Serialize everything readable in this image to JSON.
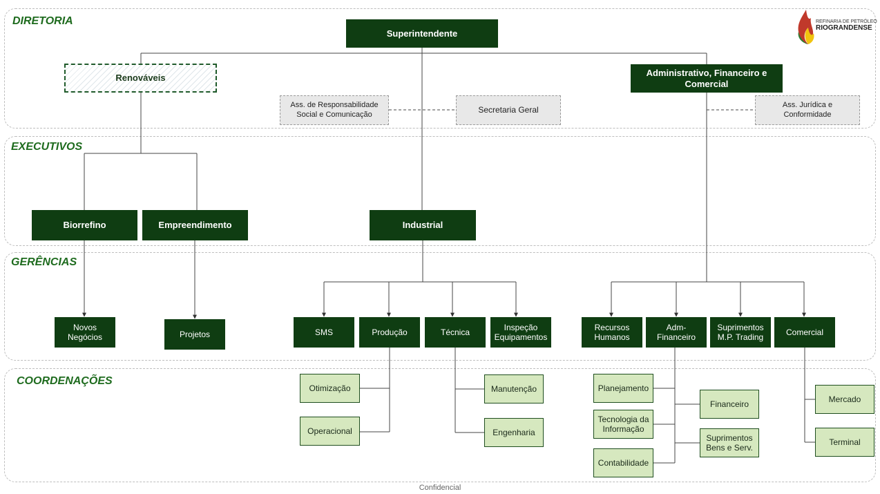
{
  "sections": {
    "diretoria": "DIRETORIA",
    "executivos": "EXECUTIVOS",
    "gerencias": "GERÊNCIAS",
    "coordenacoes": "COORDENAÇÕES"
  },
  "logo": {
    "line1": "REFINARIA DE PETRÓLEO",
    "line2": "RIOGRANDENSE"
  },
  "diretoria": {
    "superintendente": "Superintendente",
    "renovaveis": "Renováveis",
    "administrativo": "Administrativo, Financeiro e\nComercial",
    "ass_responsabilidade": "Ass. de Responsabilidade\nSocial e Comunicação",
    "secretaria": "Secretaria Geral",
    "ass_juridica": "Ass. Jurídica e\nConformidade"
  },
  "executivos": {
    "biorrefino": "Biorrefino",
    "empreendimento": "Empreendimento",
    "industrial": "Industrial"
  },
  "gerencias": {
    "novos_negocios": "Novos\nNegócios",
    "projetos": "Projetos",
    "sms": "SMS",
    "producao": "Produção",
    "tecnica": "Técnica",
    "inspecao": "Inspeção\nEquipamentos",
    "recursos_humanos": "Recursos\nHumanos",
    "adm_financeiro": "Adm-\nFinanceiro",
    "suprimentos_mp": "Suprimentos\nM.P. Trading",
    "comercial": "Comercial"
  },
  "coordenacoes": {
    "otimizacao": "Otimização",
    "operacional": "Operacional",
    "manutencao": "Manutenção",
    "engenharia": "Engenharia",
    "planejamento": "Planejamento",
    "tecnologia": "Tecnologia da\nInformação",
    "contabilidade": "Contabilidade",
    "financeiro": "Financeiro",
    "suprimentos_bens": "Suprimentos\nBens e Serv.",
    "mercado": "Mercado",
    "terminal": "Terminal"
  },
  "footer": "Confidencial"
}
